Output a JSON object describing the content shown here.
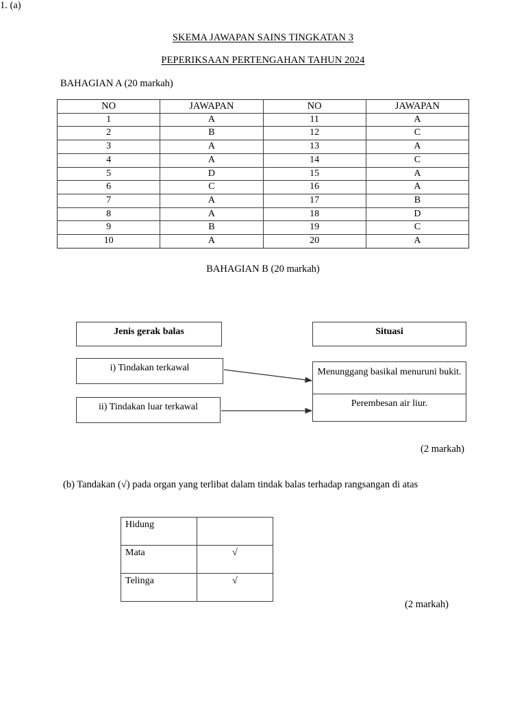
{
  "document": {
    "title_line_1": "SKEMA JAWAPAN SAINS TINGKATAN 3 ",
    "title_line_2": "PEPERIKSAAN PERTENGAHAN TAHUN 2024",
    "section_a_label": "BAHAGIAN A (20 markah)",
    "section_b_label": "BAHAGIAN B (20 markah)",
    "question_1a_label": "1. (a)",
    "question_1b_label": "(b) Tandakan (√) pada organ yang terlibat dalam tindak balas terhadap rangsangan di atas",
    "marks_1a": "(2 markah)",
    "marks_1b": "(2 markah)"
  },
  "answer_table": {
    "headers": [
      "NO",
      "JAWAPAN",
      "NO",
      "JAWAPAN"
    ],
    "rows": [
      [
        "1",
        "A",
        "11",
        "A"
      ],
      [
        "2",
        "B",
        "12",
        "C"
      ],
      [
        "3",
        "A",
        "13",
        "A"
      ],
      [
        "4",
        "A",
        "14",
        "C"
      ],
      [
        "5",
        "D",
        "15",
        "A"
      ],
      [
        "6",
        "C",
        "16",
        "A"
      ],
      [
        "7",
        "A",
        "17",
        "B"
      ],
      [
        "8",
        "A",
        "18",
        "D"
      ],
      [
        "9",
        "B",
        "19",
        "C"
      ],
      [
        "10",
        "A",
        "20",
        "A"
      ]
    ]
  },
  "flow_diagram": {
    "left_header": "Jenis gerak balas",
    "right_header": "Situasi",
    "left_items": [
      "i) Tindakan terkawal",
      "ii) Tindakan luar terkawal"
    ],
    "right_items": [
      "Menunggang basikal menuruni bukit.",
      "Perembesan air liur."
    ]
  },
  "organ_table": {
    "rows": [
      {
        "organ": "Hidung",
        "mark": ""
      },
      {
        "organ": "Mata",
        "mark": "√"
      },
      {
        "organ": "Telinga",
        "mark": "√"
      }
    ]
  },
  "colors": {
    "text": "#000000",
    "border": "#3c3c3c",
    "page_background": "#ffffff"
  }
}
